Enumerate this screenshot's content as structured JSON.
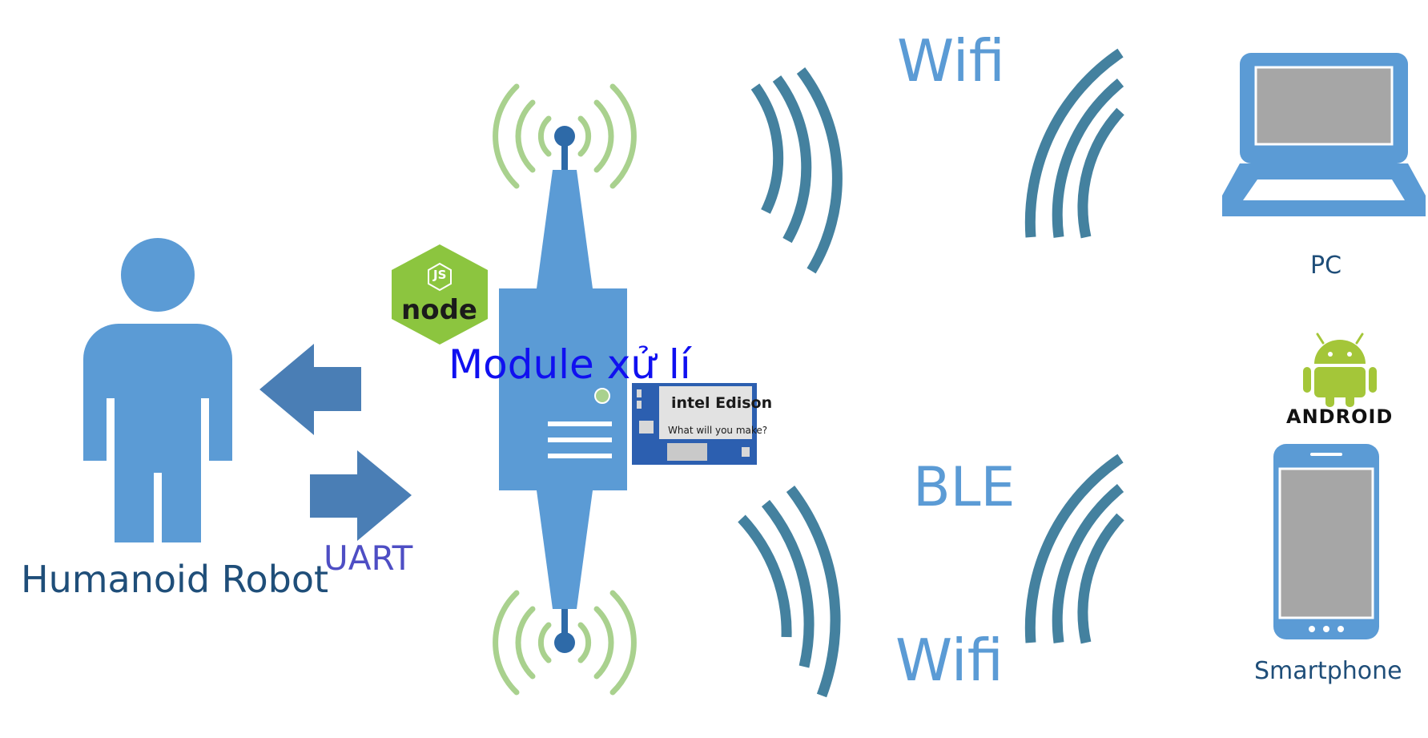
{
  "robot": {
    "label": "Humanoid Robot"
  },
  "link": {
    "label": "UART"
  },
  "module": {
    "label": "Module xử lí"
  },
  "edison": {
    "brand": "intel",
    "name": "Edison",
    "tagline": "What will you make?"
  },
  "nodejs": {
    "badge": "JS",
    "word": "node"
  },
  "wireless": {
    "wifi_top": "Wifi",
    "ble": "BLE",
    "wifi_bottom": "Wifi"
  },
  "devices": {
    "pc": "PC",
    "android_word": "ANDROID",
    "smartphone": "Smartphone"
  },
  "colors": {
    "primary": "#5b9bd5",
    "arrow": "#4a7eb5",
    "wave": "#44819f",
    "antenna_wave": "#a9d18e",
    "antenna_node": "#2e6aa8",
    "node_green": "#8cc53f",
    "android_green": "#a4c639",
    "screen": "#a6a6a6",
    "board": "#2c5fb0"
  }
}
